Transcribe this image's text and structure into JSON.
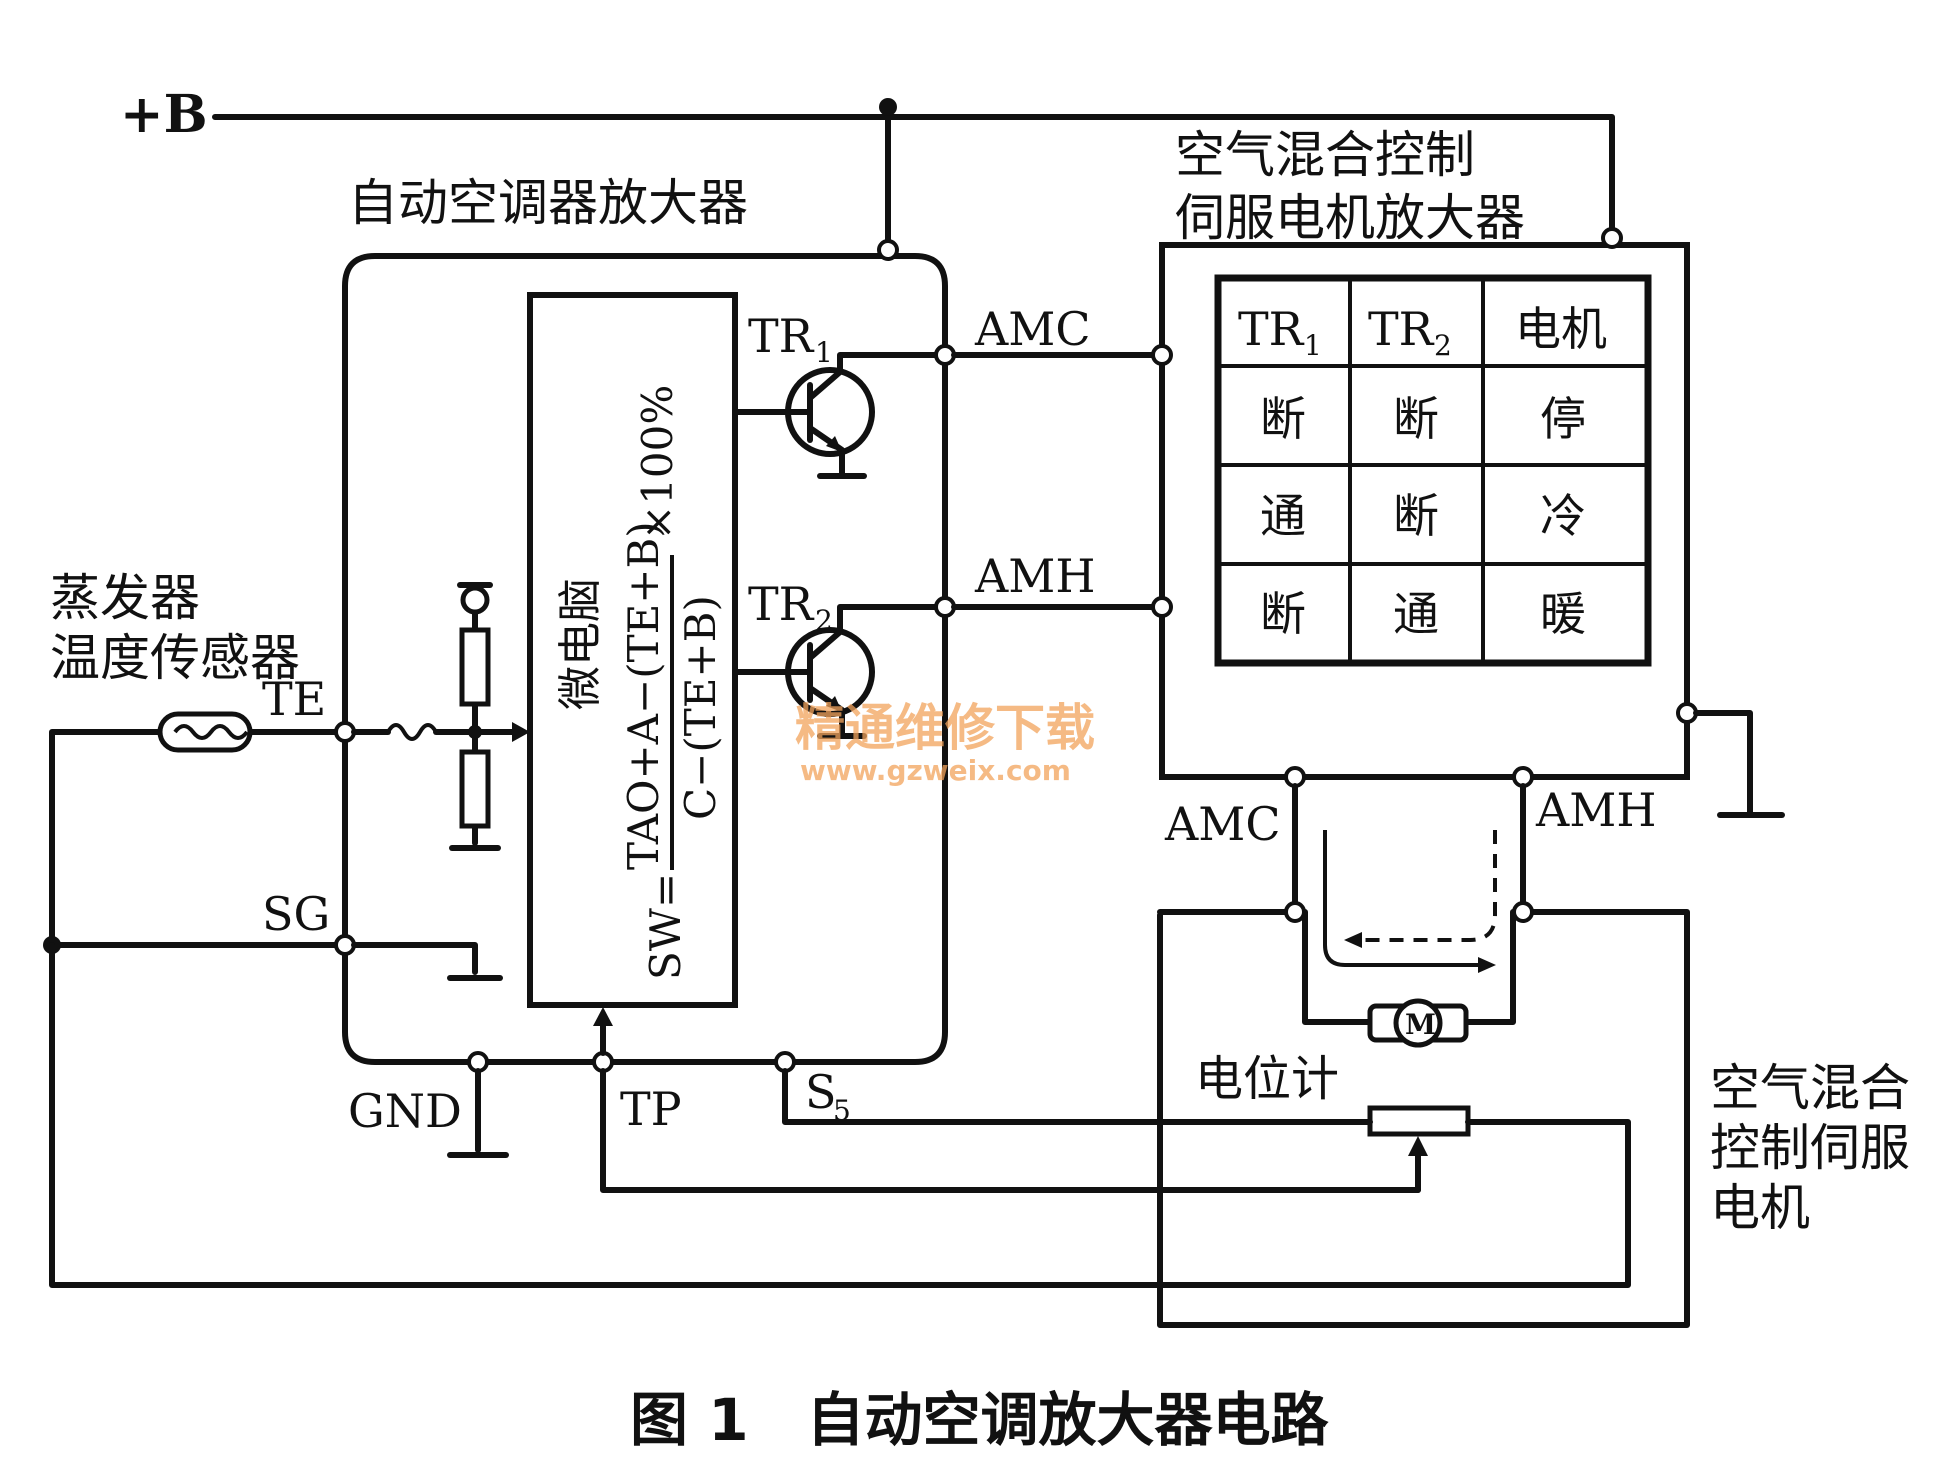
{
  "labels": {
    "plus_b": "+B",
    "amplifier_title": "自动空调器放大器",
    "servo_amp_title_line1": "空气混合控制",
    "servo_amp_title_line2": "伺服电机放大器",
    "evap_sensor_line1": "蒸发器",
    "evap_sensor_line2": "温度传感器",
    "te": "TE",
    "sg": "SG",
    "gnd": "GND",
    "tp": "TP",
    "s5": "S",
    "s5_sub": "5",
    "microcomputer": "微电脑",
    "tr1": "TR",
    "tr1_sub": "1",
    "tr2": "TR",
    "tr2_sub": "2",
    "amc": "AMC",
    "amh": "AMH",
    "amc_lower": "AMC",
    "amh_lower": "AMH",
    "potentiometer": "电位计",
    "servo_motor_line1": "空气混合",
    "servo_motor_line2": "控制伺服",
    "servo_motor_line3": "电机",
    "motor": "M",
    "caption": "图 1　自动空调放大器电路"
  },
  "formula": {
    "lhs": "SW=",
    "numerator": "TAO+A−(TE+B)",
    "denominator": "C−(TE+B)",
    "multiplier": "×100%"
  },
  "truth_table": {
    "headers": [
      {
        "main": "TR",
        "sub": "1"
      },
      {
        "main": "TR",
        "sub": "2"
      },
      {
        "main": "电机",
        "sub": ""
      }
    ],
    "rows": [
      [
        "断",
        "断",
        "停"
      ],
      [
        "通",
        "断",
        "冷"
      ],
      [
        "断",
        "通",
        "暖"
      ]
    ]
  },
  "watermark": {
    "line1": "精通维修下载",
    "line2": "www.gzweix.com",
    "color": "#f2a35c"
  }
}
